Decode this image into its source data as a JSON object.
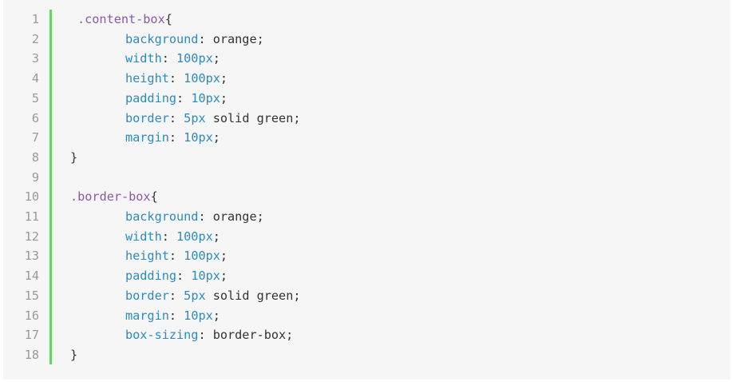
{
  "colors": {
    "background": "#f6f6f6",
    "gutter_bar": "#6fcf6a",
    "line_number": "#9a9a9a",
    "selector": "#8a5aa8",
    "property": "#2d8bc0",
    "number": "#2d8bc0",
    "text": "#333333"
  },
  "lines": [
    {
      "num": "1",
      "indent": " ",
      "selector": ".content-box",
      "open": "{"
    },
    {
      "num": "2",
      "indent": "\t",
      "prop": "background",
      "num_val": "",
      "rest": " orange;"
    },
    {
      "num": "3",
      "indent": "\t",
      "prop": "width",
      "num_val": "100px",
      "rest": ";"
    },
    {
      "num": "4",
      "indent": "\t",
      "prop": "height",
      "num_val": "100px",
      "rest": ";"
    },
    {
      "num": "5",
      "indent": "\t",
      "prop": "padding",
      "num_val": "10px",
      "rest": ";"
    },
    {
      "num": "6",
      "indent": "\t",
      "prop": "border",
      "num_val": "5px",
      "rest": " solid green;"
    },
    {
      "num": "7",
      "indent": "\t",
      "prop": "margin",
      "num_val": "10px",
      "rest": ";"
    },
    {
      "num": "8",
      "close": "}"
    },
    {
      "num": "9"
    },
    {
      "num": "10",
      "selector": ".border-box",
      "open": "{"
    },
    {
      "num": "11",
      "prop": "background",
      "num_val": "",
      "rest": " orange;"
    },
    {
      "num": "12",
      "prop": "width",
      "num_val": "100px",
      "rest": ";"
    },
    {
      "num": "13",
      "prop": "height",
      "num_val": "100px",
      "rest": ";"
    },
    {
      "num": "14",
      "prop": "padding",
      "num_val": "10px",
      "rest": ";"
    },
    {
      "num": "15",
      "prop": "border",
      "num_val": "5px",
      "rest": " solid green;"
    },
    {
      "num": "16",
      "prop": "margin",
      "num_val": "10px",
      "rest": ";"
    },
    {
      "num": "17",
      "prop": "box-sizing",
      "num_val": "",
      "rest": " border-box;"
    },
    {
      "num": "18",
      "close": "}"
    }
  ]
}
